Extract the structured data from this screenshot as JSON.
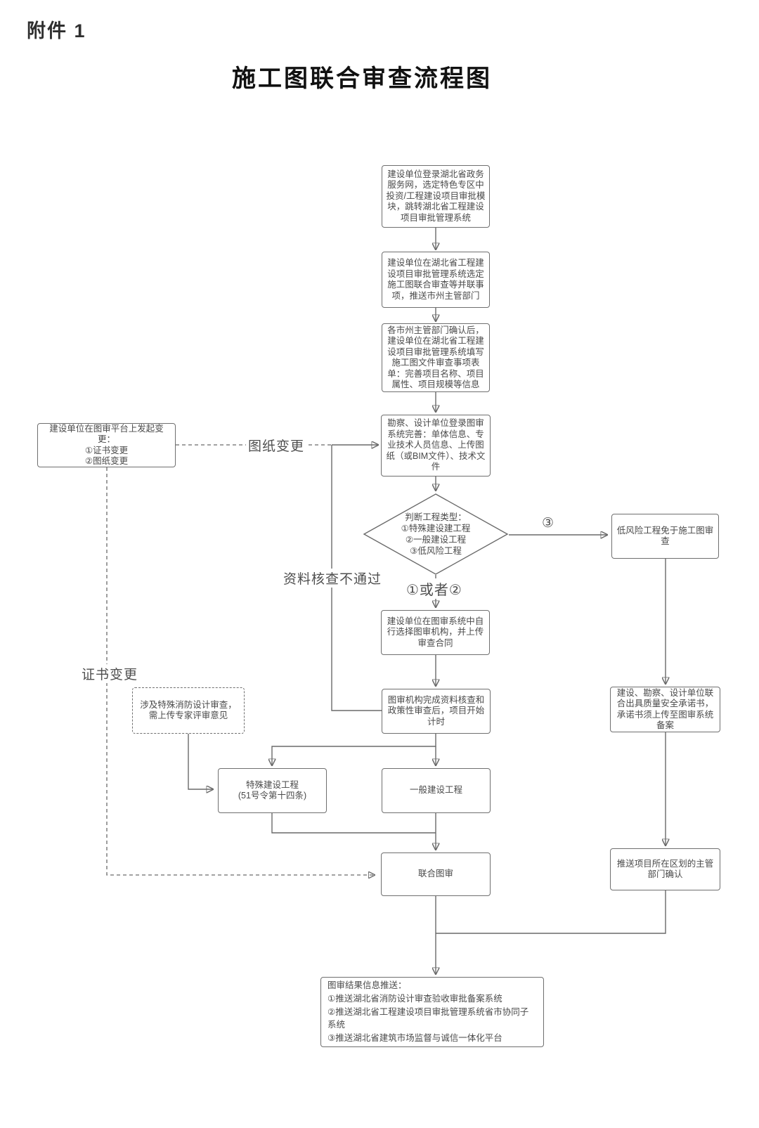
{
  "page": {
    "attachment_label": "附件 1",
    "title": "施工图联合审查流程图"
  },
  "nodes": {
    "login": "建设单位登录湖北省政务服务网，选定特色专区中投资/工程建设项目审批模块，跳转湖北省工程建设项目审批管理系统",
    "select_items": "建设单位在湖北省工程建设项目审批管理系统选定施工图联合审查等并联事项，推送市州主管部门",
    "fill_form": "各市州主管部门确认后，建设单位在湖北省工程建设项目审批管理系统填写施工图文件审查事项表单：完善项目名称、项目属性、项目规模等信息",
    "survey_design": "勘察、设计单位登录图审系统完善：单体信息、专业技术人员信息、上传图纸（或BIM文件）、技术文件",
    "change_request": "建设单位在图审平台上发起变更：\n①证书变更\n②图纸变更",
    "decide_type": "判断工程类型：\n①特殊建设建工程\n②一般建设工程\n③低风险工程",
    "low_risk_exempt": "低风险工程免于施工图审查",
    "choose_agency": "建设单位在图审系统中自行选择图审机构，并上传审查合同",
    "start_timing": "图审机构完成资料核查和政策性审查后，项目开始计时",
    "commitment": "建设、勘察、设计单位联合出具质量安全承诺书，承诺书须上传至图审系统备案",
    "fire_expert": "涉及特殊消防设计审查，\n需上传专家评审意见",
    "special_project": "特殊建设工程\n(51号令第十四条)",
    "general_project": "一般建设工程",
    "joint_review": "联合图审",
    "push_district": "推送项目所在区划的主管部门确认",
    "result_push": "图审结果信息推送：\n①推送湖北省消防设计审查验收审批备案系统\n②推送湖北省工程建设项目审批管理系统省市协同子系统\n③推送湖北省建筑市场监督与诚信一体化平台"
  },
  "labels": {
    "or_1_2": "①或者②",
    "branch_3": "③",
    "drawing_change": "图纸变更",
    "cert_change": "证书变更",
    "check_fail": "资料核查不通过"
  },
  "edges": [
    {
      "from": "login",
      "to": "select_items"
    },
    {
      "from": "select_items",
      "to": "fill_form"
    },
    {
      "from": "fill_form",
      "to": "survey_design"
    },
    {
      "from": "survey_design",
      "to": "decide_type"
    },
    {
      "from": "decide_type",
      "to": "choose_agency",
      "label": "①或者②"
    },
    {
      "from": "decide_type",
      "to": "low_risk_exempt",
      "label": "③"
    },
    {
      "from": "choose_agency",
      "to": "start_timing"
    },
    {
      "from": "start_timing",
      "to": "special_project"
    },
    {
      "from": "start_timing",
      "to": "general_project"
    },
    {
      "from": "start_timing",
      "to": "survey_design",
      "label": "资料核查不通过"
    },
    {
      "from": "special_project",
      "to": "joint_review"
    },
    {
      "from": "general_project",
      "to": "joint_review"
    },
    {
      "from": "joint_review",
      "to": "result_push"
    },
    {
      "from": "low_risk_exempt",
      "to": "commitment"
    },
    {
      "from": "commitment",
      "to": "push_district"
    },
    {
      "from": "push_district",
      "to": "result_push"
    },
    {
      "from": "fire_expert",
      "to": "special_project"
    },
    {
      "from": "change_request",
      "to": "survey_design",
      "label": "图纸变更",
      "style": "dashed"
    },
    {
      "from": "change_request",
      "to": "joint_review",
      "label": "证书变更",
      "style": "dashed"
    }
  ],
  "colors": {
    "text": "#4a4a4a",
    "line": "#6a6a6a",
    "border": "#6f6f6f",
    "background": "#ffffff"
  }
}
